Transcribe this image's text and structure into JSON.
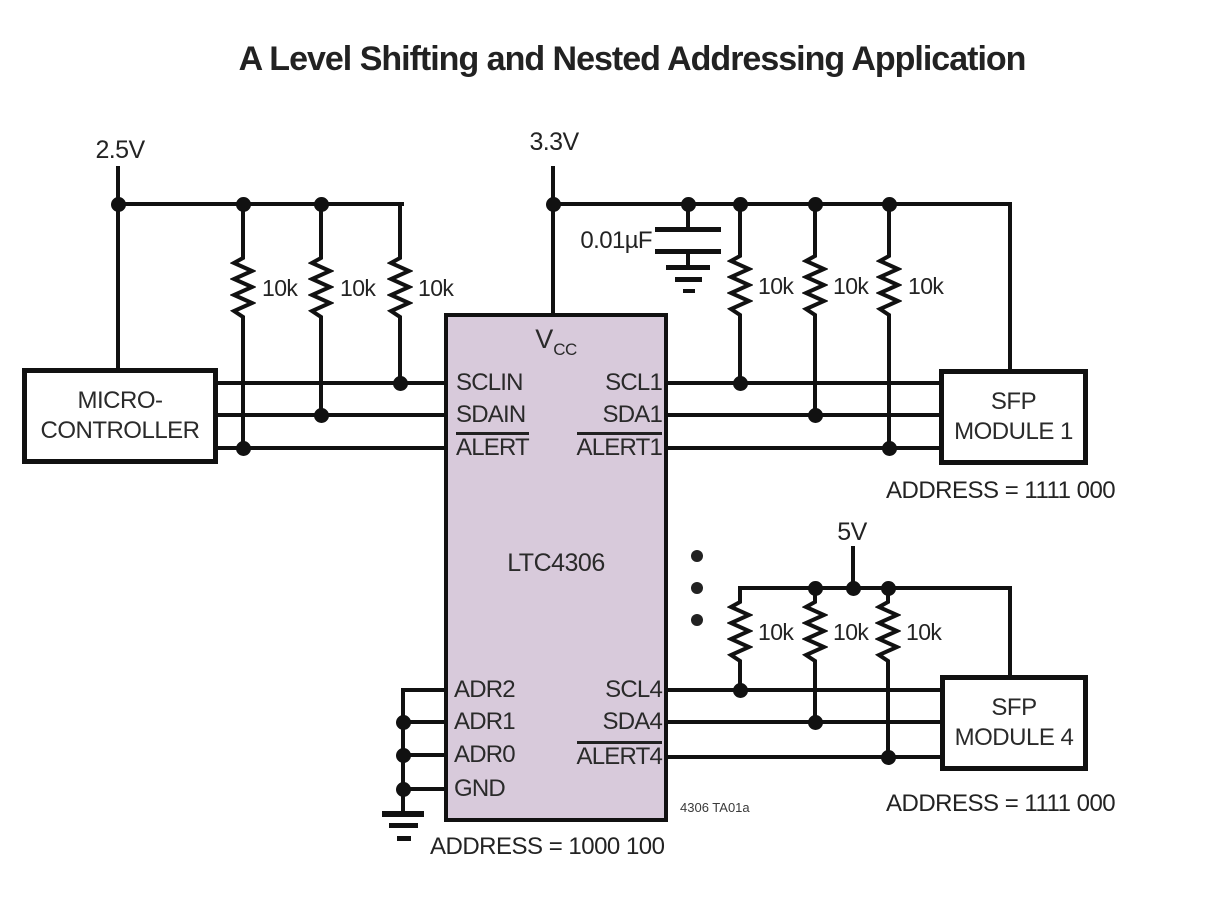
{
  "title": "A Level Shifting and Nested Addressing Application",
  "supplies": {
    "mcu_rail": "2.5V",
    "chip_rail": "3.3V",
    "module4_rail": "5V"
  },
  "capacitor_value": "0.01µF",
  "resistor_value": "10k",
  "microcontroller": {
    "line1": "MICRO-",
    "line2": "CONTROLLER"
  },
  "chip": {
    "name": "LTC4306",
    "vcc_pin": {
      "base": "V",
      "sub": "CC"
    },
    "left_pins": [
      "SCLIN",
      "SDAIN",
      "ALERT"
    ],
    "right_pins": [
      "SCL1",
      "SDA1",
      "ALERT1"
    ],
    "bottom_left_pins": [
      "ADR2",
      "ADR1",
      "ADR0",
      "GND"
    ],
    "bottom_right_pins": [
      "SCL4",
      "SDA4",
      "ALERT4"
    ],
    "address_label": "ADDRESS = 1000 100"
  },
  "modules": [
    {
      "name_line1": "SFP",
      "name_line2": "MODULE 1",
      "address": "ADDRESS = 1111 000"
    },
    {
      "name_line1": "SFP",
      "name_line2": "MODULE 4",
      "address": "ADDRESS = 1111 000"
    }
  ],
  "figure_id": "4306 TA01a",
  "colors": {
    "chip_fill": "#d8cadb",
    "wire": "#111111",
    "text": "#232323"
  }
}
